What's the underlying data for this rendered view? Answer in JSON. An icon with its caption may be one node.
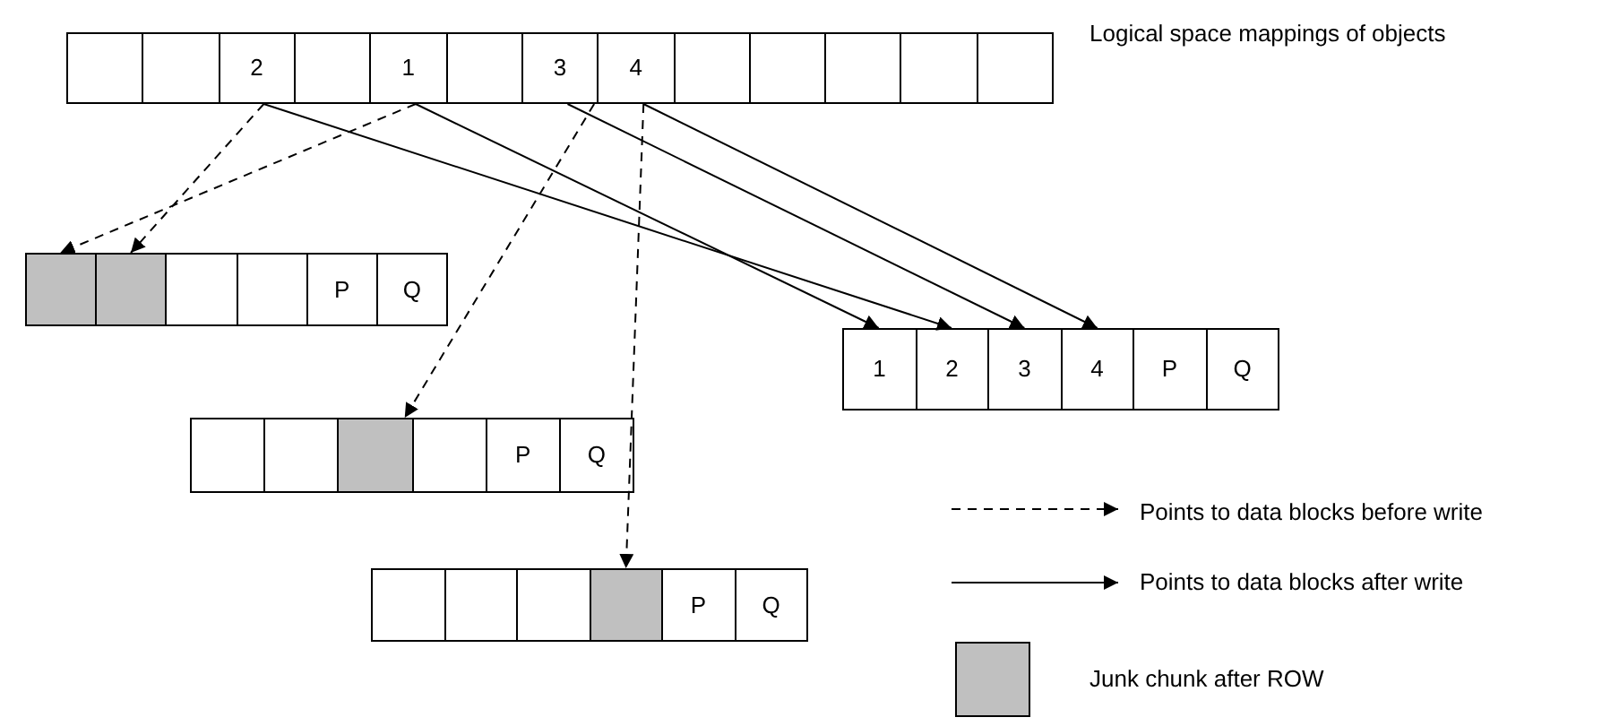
{
  "diagram": {
    "nodes": [
      {
        "text": [],
        "shape": "bar"
      },
      {
        "text": [],
        "shape": "box",
        "in": 0
      },
      {
        "text": [],
        "shape": "box",
        "in": 0
      },
      {
        "text": [
          "2"
        ],
        "in": 0
      },
      {
        "text": [],
        "shape": "box",
        "in": 0
      },
      {
        "text": [
          "1"
        ],
        "in": 0
      },
      {
        "text": [],
        "shape": "box",
        "in": 0
      },
      {
        "text": [
          "3"
        ],
        "in": 0
      },
      {
        "text": [
          "4"
        ],
        "in": 0
      },
      {
        "text": [],
        "shape": "box",
        "in": 0
      },
      {
        "text": [],
        "shape": "box",
        "in": 0
      },
      {
        "text": [],
        "shape": "box",
        "in": 0
      },
      {
        "text": [],
        "shape": "box",
        "in": 0
      },
      {
        "text": [],
        "shape": "box",
        "in": 0
      },
      {
        "text": [],
        "shape": "bar"
      },
      {
        "text": [],
        "shape": "box",
        "in": 14
      },
      {
        "text": [],
        "shape": "box",
        "in": 14
      },
      {
        "text": [],
        "shape": "box",
        "in": 14
      },
      {
        "text": [],
        "shape": "box",
        "in": 14
      },
      {
        "text": [
          "P"
        ],
        "in": 14
      },
      {
        "text": [
          "Q"
        ],
        "in": 14
      },
      {
        "text": [],
        "shape": "bar"
      },
      {
        "text": [
          "1"
        ],
        "in": 21
      },
      {
        "text": [
          "2"
        ],
        "in": 21
      },
      {
        "text": [
          "3"
        ],
        "in": 21
      },
      {
        "text": [
          "4"
        ],
        "in": 21
      },
      {
        "text": [
          "P"
        ],
        "in": 21
      },
      {
        "text": [
          "Q"
        ],
        "in": 21
      },
      {
        "text": [],
        "shape": "bar"
      },
      {
        "text": [],
        "shape": "box",
        "in": 28
      },
      {
        "text": [],
        "shape": "box",
        "in": 28
      },
      {
        "text": [],
        "shape": "box",
        "in": 28
      },
      {
        "text": [],
        "shape": "box",
        "in": 28
      },
      {
        "text": [
          "P"
        ],
        "in": 28
      },
      {
        "text": [
          "Q"
        ],
        "in": 28
      },
      {
        "text": [],
        "shape": "bar"
      },
      {
        "text": [],
        "shape": "box",
        "in": 35
      },
      {
        "text": [],
        "shape": "box",
        "in": 35
      },
      {
        "text": [],
        "shape": "box",
        "in": 35
      },
      {
        "text": [],
        "shape": "box",
        "in": 35
      },
      {
        "text": [
          "P"
        ],
        "in": 35
      },
      {
        "text": [
          "Q"
        ],
        "in": 35
      }
    ],
    "edges": [
      {
        "from": 3,
        "to": 16,
        "arrow": "to",
        "style": "dashed"
      },
      {
        "from": 5,
        "to": 15,
        "arrow": "to",
        "style": "dashed"
      },
      {
        "from": 7,
        "to": 31,
        "arrow": "to",
        "style": "dashed"
      },
      {
        "from": 8,
        "to": 39,
        "arrow": "to",
        "style": "dashed"
      },
      {
        "from": 3,
        "to": 23,
        "arrow": "to"
      },
      {
        "from": 5,
        "to": 22,
        "arrow": "to"
      },
      {
        "from": 7,
        "to": 24,
        "arrow": "to"
      },
      {
        "from": 8,
        "to": 25,
        "arrow": "to"
      }
    ],
    "labels": [
      "Logical space mappings of objects"
    ],
    "legend": [
      {
        "text": "Points to data blocks before write"
      },
      {
        "text": "Points to data blocks after write"
      },
      {
        "text": "Junk chunk after ROW",
        "color": "#c0c0c0"
      }
    ]
  }
}
